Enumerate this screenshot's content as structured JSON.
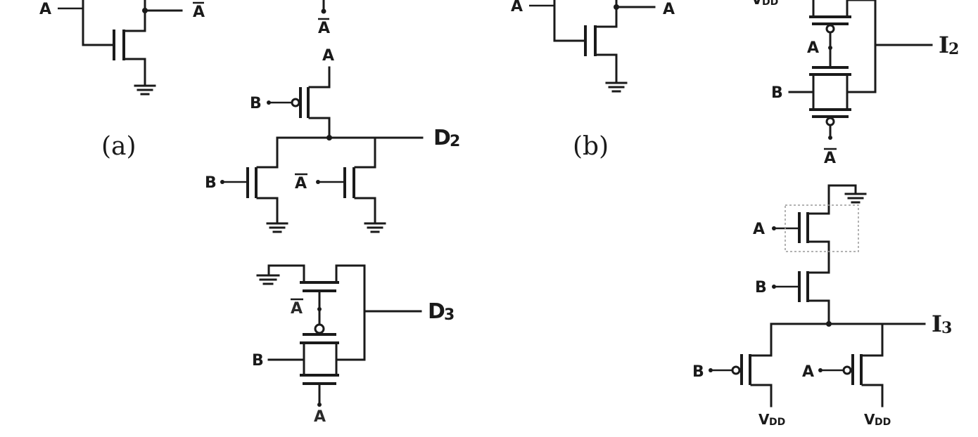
{
  "captions": {
    "a": "(a)",
    "b": "(b)"
  },
  "signals": {
    "a": "A",
    "b": "B"
  },
  "outputs": {
    "d2": {
      "main": "D",
      "sub": "2"
    },
    "d3": {
      "main": "D",
      "sub": "3"
    },
    "i2": {
      "main": "I",
      "sub": "2"
    },
    "i3": {
      "main": "I",
      "sub": "3"
    }
  },
  "supply": {
    "main": "V",
    "sub": "DD"
  }
}
